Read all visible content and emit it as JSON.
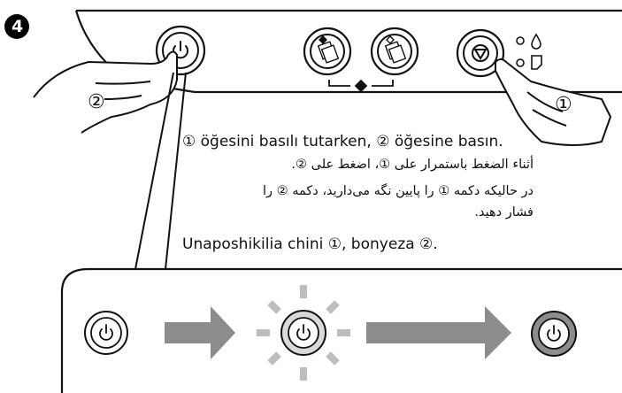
{
  "step_number": "4",
  "hand_labels": {
    "left": "②",
    "right": "①"
  },
  "instructions": {
    "tr_a": "① öğesini basılı tutarken, ② öğesine basın.",
    "ar": "أثناء الضغط باستمرار على ①، اضغط على ②.",
    "fa_line1": "در حالیکه دکمه ① را پایین نگه می‌دارید، دکمه ② را",
    "fa_line2": "فشار دهید.",
    "sw": "Unaposhikilia chini ①, bonyeza ②."
  },
  "icons": [
    "power-icon",
    "copy-color-icon",
    "copy-bw-icon",
    "stop-icon",
    "ink-drop-icon",
    "paper-icon"
  ],
  "colors": {
    "ink": "#111111",
    "arrow_gray": "#8c8c8c",
    "light_ray": "#bdbdbd",
    "panel_gray": "#d9d9d9",
    "step_badge": "#000000"
  }
}
